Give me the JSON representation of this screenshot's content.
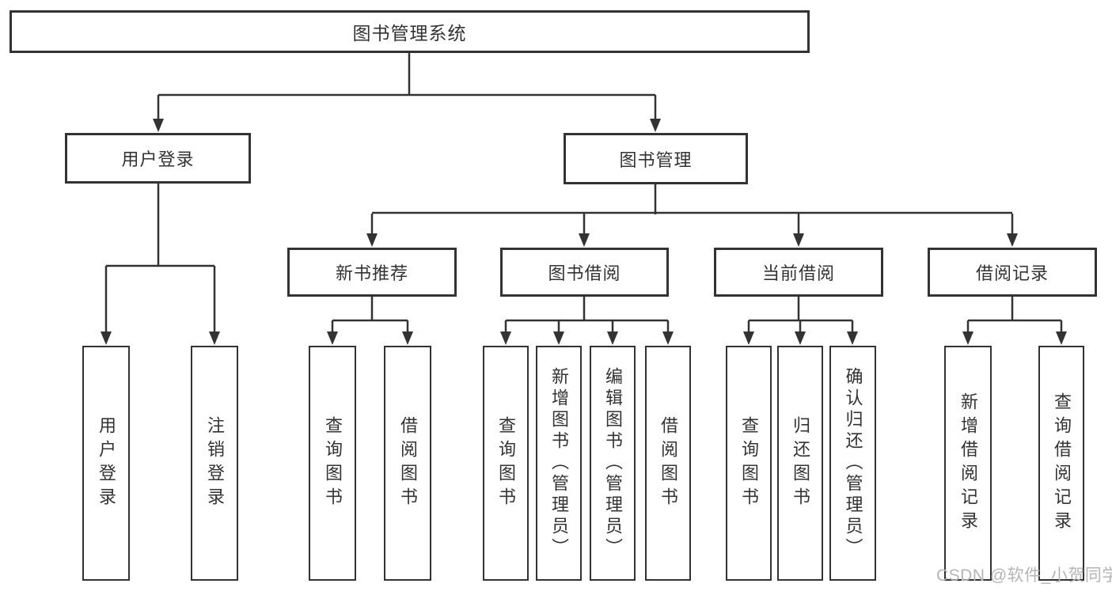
{
  "tree": {
    "root": {
      "label": "图书管理系统"
    },
    "branches": [
      {
        "label": "用户登录",
        "children": [
          {
            "label": "用户登录"
          },
          {
            "label": "注销登录"
          }
        ]
      },
      {
        "label": "图书管理",
        "groups": [
          {
            "label": "新书推荐",
            "children": [
              {
                "label": "查询图书"
              },
              {
                "label": "借阅图书"
              }
            ]
          },
          {
            "label": "图书借阅",
            "children": [
              {
                "label": "查询图书"
              },
              {
                "label": "新增图书（管理员）"
              },
              {
                "label": "编辑图书（管理员）"
              },
              {
                "label": "借阅图书"
              }
            ]
          },
          {
            "label": "当前借阅",
            "children": [
              {
                "label": "查询图书"
              },
              {
                "label": "归还图书"
              },
              {
                "label": "确认归还（管理员）"
              }
            ]
          },
          {
            "label": "借阅记录",
            "children": [
              {
                "label": "新增借阅记录"
              },
              {
                "label": "查询借阅记录"
              }
            ]
          }
        ]
      }
    ]
  },
  "watermark": "CSDN @软件_小贺同学",
  "colors": {
    "line": "#333333",
    "box_border": "#333333",
    "text": "#333333",
    "watermark": "#b5b5b5",
    "background": "#ffffff"
  }
}
